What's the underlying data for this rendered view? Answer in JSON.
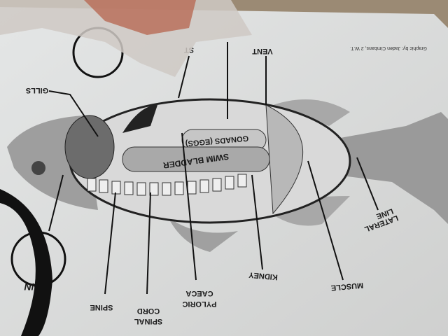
{
  "credit": "Graphic by: Jaden Cimbans, 2 W.T.",
  "labels": {
    "gills": "GILLS",
    "stomach": "ST",
    "vent": "VENT",
    "gonads": "GONADS (EGGS)",
    "swim_bladder": "SWIM BLADDER",
    "lateral_line_1": "LATERAL",
    "lateral_line_2": "LINE",
    "muscle": "MUSCLE",
    "kidney": "KIDNEY",
    "pyloric_1": "PYLORIC",
    "pyloric_2": "CAECA",
    "spinal_1": "SPINAL",
    "spinal_2": "CORD",
    "spine": "SPINE",
    "partial": "NN"
  }
}
